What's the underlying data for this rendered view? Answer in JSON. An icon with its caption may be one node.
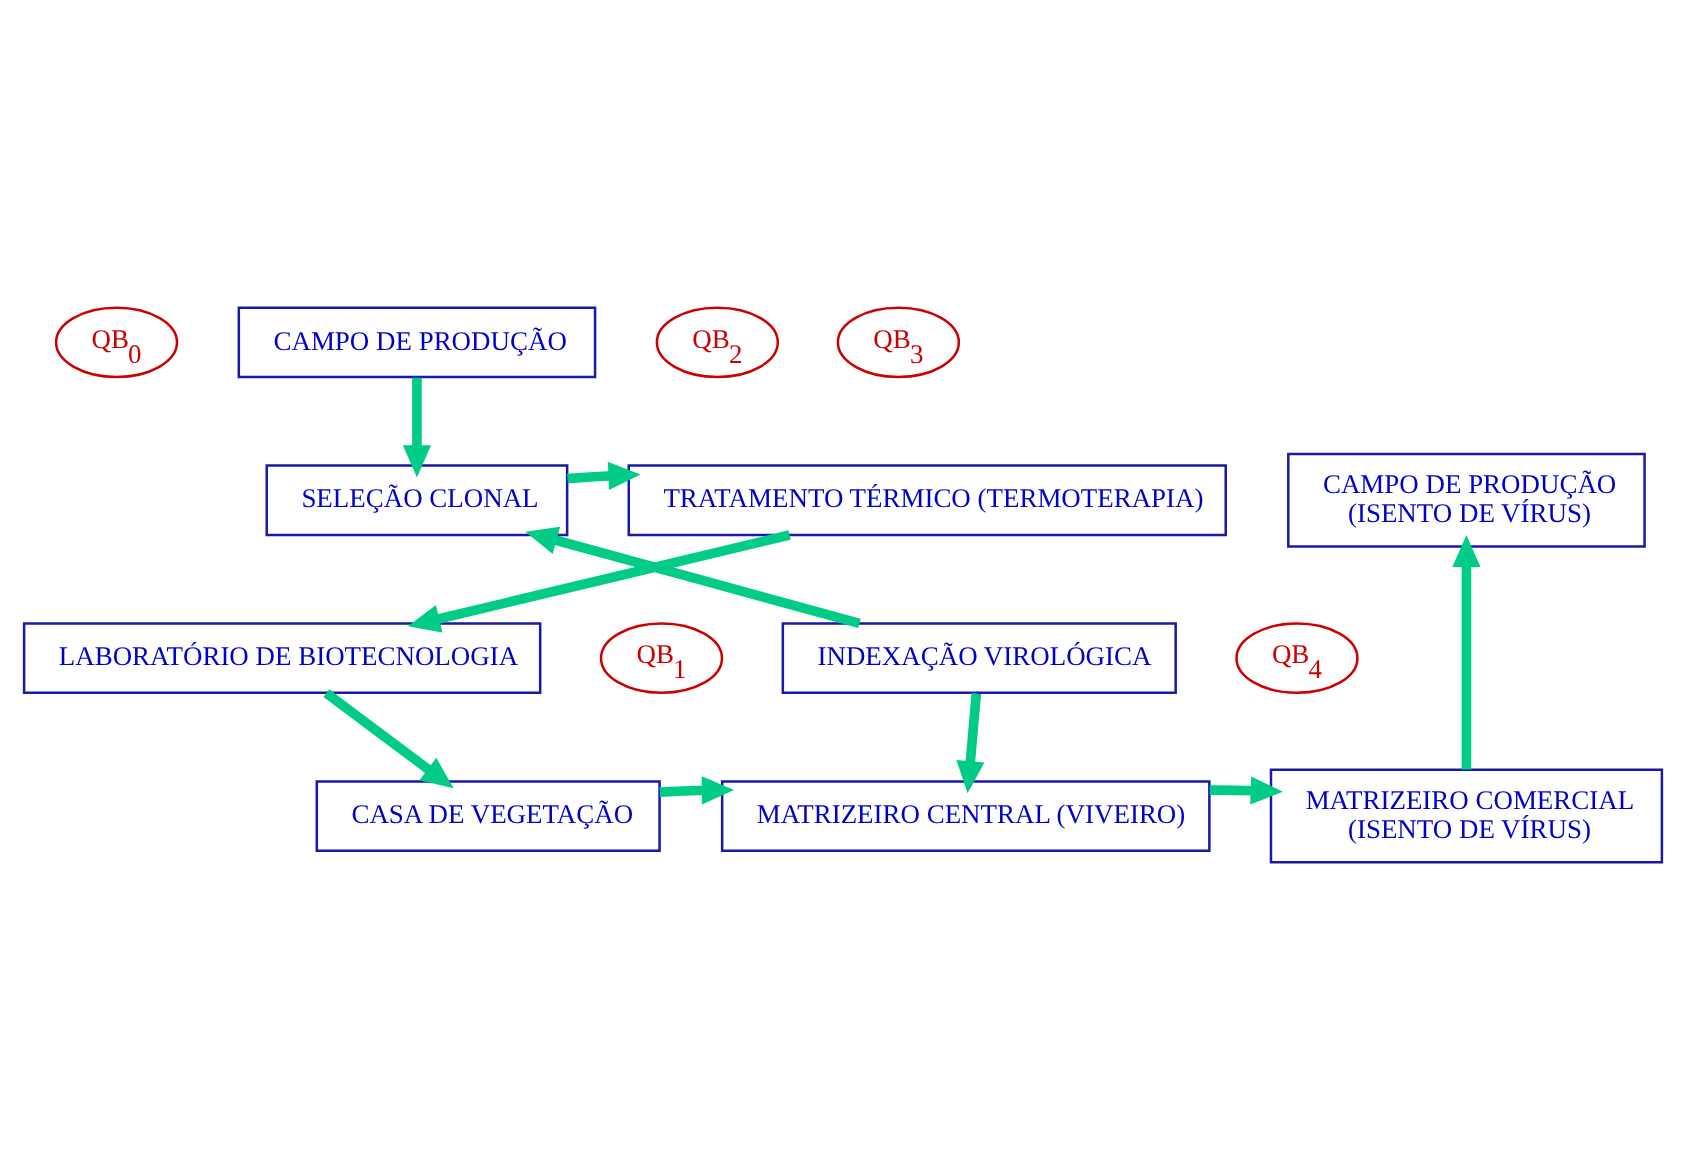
{
  "diagram": {
    "nodes": [
      {
        "text": [
          "CAMPO DE PRODUÇÃO"
        ]
      },
      {
        "text": [
          "SELEÇÃO CLONAL"
        ]
      },
      {
        "text": [
          "TRATAMENTO TÉRMICO (TERMOTERAPIA)"
        ]
      },
      {
        "text": [
          "LABORATÓRIO DE BIOTECNOLOGIA"
        ]
      },
      {
        "text": [
          "INDEXAÇÃO VIROLÓGICA"
        ]
      },
      {
        "text": [
          "CASA DE VEGETAÇÃO"
        ]
      },
      {
        "text": [
          "MATRIZEIRO CENTRAL (VIVEIRO)"
        ]
      },
      {
        "text": [
          "MATRIZEIRO COMERCIAL",
          "(ISENTO DE VÍRUS)"
        ]
      },
      {
        "text": [
          "CAMPO DE PRODUÇÃO",
          "(ISENTO DE VÍRUS)"
        ]
      },
      {
        "text": [
          "QB$_{0}$"
        ]
      },
      {
        "text": [
          "QB$_{1}$"
        ]
      },
      {
        "text": [
          "QB$_{2}$"
        ]
      },
      {
        "text": [
          "QB$_{3}$"
        ]
      },
      {
        "text": [
          "QB$_{4}$"
        ]
      }
    ],
    "edges": [
      {
        "from": 0,
        "to": 1,
        "arrow": "to"
      },
      {
        "from": 1,
        "to": 2,
        "arrow": "to"
      },
      {
        "from": 2,
        "to": 3,
        "arrow": "to"
      },
      {
        "from": 4,
        "to": 1,
        "arrow": "to"
      },
      {
        "from": 3,
        "to": 5,
        "arrow": "to"
      },
      {
        "from": 4,
        "to": 6,
        "arrow": "to"
      },
      {
        "from": 5,
        "to": 6,
        "arrow": "to"
      },
      {
        "from": 6,
        "to": 7,
        "arrow": "to"
      },
      {
        "from": 7,
        "to": 8,
        "arrow": "to"
      }
    ]
  }
}
